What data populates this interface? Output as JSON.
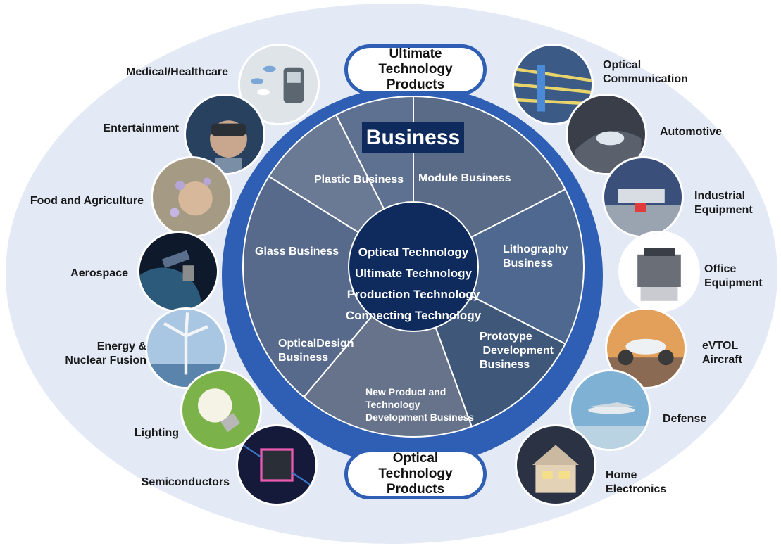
{
  "header_pill": {
    "text": "Ultimate\nTechnology\nProducts"
  },
  "footer_pill": {
    "text": "Optical\nTechnology\nProducts"
  },
  "business_title": "Business",
  "core_technologies": [
    "Optical Technology",
    "Ultimate Technology",
    "Production Technology",
    "Connecting Technology"
  ],
  "businesses": [
    {
      "label": "Module Business"
    },
    {
      "label": "Lithography Business"
    },
    {
      "label": "Prototype Development Business"
    },
    {
      "label": "New Product and Technology Development Business"
    },
    {
      "label": "OpticalDesign Business"
    },
    {
      "label": "Glass Business"
    },
    {
      "label": "Plastic Business"
    }
  ],
  "applications_left": [
    {
      "label": "Medical/Healthcare",
      "icon": "medical-icon"
    },
    {
      "label": "Entertainment",
      "icon": "vr-headset-icon"
    },
    {
      "label": "Food and Agriculture",
      "icon": "flower-icon"
    },
    {
      "label": "Aerospace",
      "icon": "satellite-icon"
    },
    {
      "label": "Energy &\nNuclear Fusion",
      "icon": "wind-turbine-icon"
    },
    {
      "label": "Lighting",
      "icon": "light-bulb-icon"
    },
    {
      "label": "Semiconductors",
      "icon": "chip-icon"
    }
  ],
  "applications_right": [
    {
      "label": "Optical\nCommunication",
      "icon": "fiber-optic-icon"
    },
    {
      "label": "Automotive",
      "icon": "car-headlight-icon"
    },
    {
      "label": "Industrial\nEquipment",
      "icon": "laser-sensor-icon"
    },
    {
      "label": "Office\nEquipment",
      "icon": "printer-icon"
    },
    {
      "label": "eVTOL\nAircraft",
      "icon": "evtol-icon"
    },
    {
      "label": "Defense",
      "icon": "drone-icon"
    },
    {
      "label": "Home\nElectronics",
      "icon": "house-icon"
    }
  ],
  "colors": {
    "ring": "#2e5fb4",
    "center": "#0f2a5c",
    "outer": "#e3e9f5",
    "segment": "#4f6890",
    "business_box": "#0f2a5c"
  }
}
